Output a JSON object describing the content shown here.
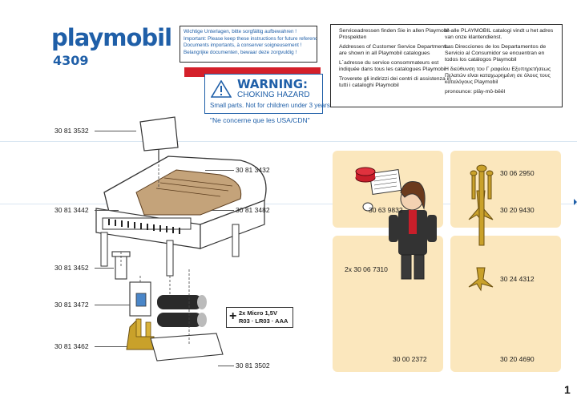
{
  "brand": {
    "logo": "playmobil",
    "model": "4309"
  },
  "notice_lines": [
    "Wichtige Unterlagen, bitte sorgfältig aufbewahren !",
    "Important: Please keep these instructions for future reference !",
    "Documents importants, à conserver soigneusement !",
    "Belangrijke documenten, bewaar deze zorgvuldig !"
  ],
  "warning": {
    "title": "WARNING:",
    "subtitle": "CHOKING HAZARD",
    "small": "Small parts. Not for children under 3 years.",
    "usa": "\"Ne concerne que les USA/CDN\""
  },
  "addresses": {
    "left": [
      "Serviceadressen finden Sie in allen Playmobil-Prospekten",
      "Addresses of Customer Service Departments are shown in all Playmobil catalogues",
      "L´adresse du service consommateurs est indiquée dans tous les catalogues Playmobil",
      "Troverete gli indirizzi dei centri di assistenza in tutti i cataloghi Playmobil"
    ],
    "right": [
      "In alle PLAYMOBIL catalogi vindt u het adres van onze klantendienst.",
      "Las Direcciones de los Departamentos de Servicio al Consumidor se encuentran en todos los catálogos Playmobil",
      "Η διεύθυνση του Γ ραφείου Εξυπηρετήσεως Πελατών είναι καταχωρημένη σε όλους τους καταλόγους Playmobil",
      "pronounce: plāy-mō-bēēl"
    ]
  },
  "parts_left": {
    "p3532": "30 81 3532",
    "p3432": "30 81 3432",
    "p3442": "30 81 3442",
    "p3482": "30 81 3482",
    "p3452": "30 81 3452",
    "p3472": "30 81 3472",
    "p3462": "30 81 3462",
    "p3502": "30 81 3502"
  },
  "battery": {
    "line1": "2x Micro 1,5V",
    "line2": "R03 · LR03 · AAA",
    "plus": "+"
  },
  "parts_right": {
    "p9832": "30 63 9832",
    "p2950": "30 06 2950",
    "p9430": "30 20 9430",
    "p7310": "2x 30 06 7310",
    "p2372": "30 00 2372",
    "p4312": "30 24 4312",
    "p4690": "30 20 4690"
  },
  "page_number": "1",
  "colors": {
    "brand_blue": "#1f5fa8",
    "warning_red": "#d4202a",
    "panel": "#fbe7bd"
  }
}
